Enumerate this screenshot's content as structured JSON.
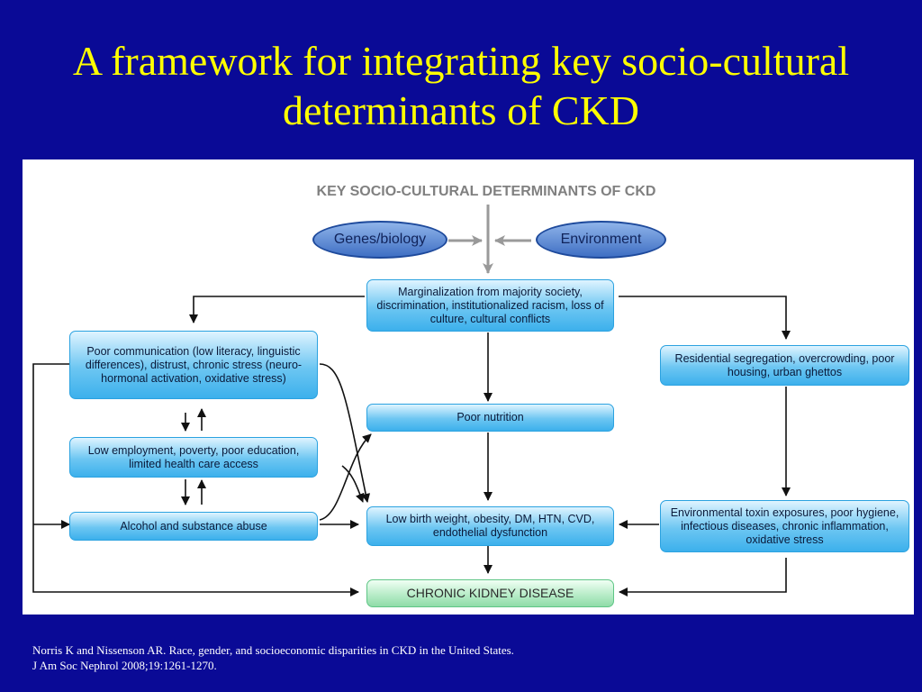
{
  "slide": {
    "title": "A framework for integrating key socio-cultural determinants of CKD"
  },
  "diagram": {
    "heading": "KEY SOCIO-CULTURAL DETERMINANTS OF CKD",
    "genes": "Genes/biology",
    "environment": "Environment",
    "marginalization": "Marginalization from majority society, discrimination, institutionalized racism, loss of culture, cultural conflicts",
    "poor_communication": "Poor communication (low literacy, linguistic differences), distrust, chronic stress (neuro-hormonal activation, oxidative stress)",
    "low_employment": "Low employment, poverty, poor education, limited health care access",
    "alcohol": "Alcohol and substance abuse",
    "residential": "Residential segregation, overcrowding, poor housing, urban ghettos",
    "poor_nutrition": "Poor nutrition",
    "low_birth_weight": "Low birth weight, obesity, DM, HTN, CVD, endothelial dysfunction",
    "environmental": "Environmental toxin exposures, poor hygiene, infectious diseases, chronic inflammation, oxidative stress",
    "ckd": "CHRONIC KIDNEY DISEASE"
  },
  "citation": {
    "line1": "Norris K and Nissenson AR. Race, gender, and socioeconomic disparities in CKD in the United States.",
    "line2": "J Am Soc Nephrol 2008;19:1261-1270."
  },
  "colors": {
    "background": "#0a0a96",
    "title": "#ffff00",
    "box_blue": "#3cb0ec",
    "box_green": "#8fdca8",
    "oval": "#3f6fc4"
  }
}
